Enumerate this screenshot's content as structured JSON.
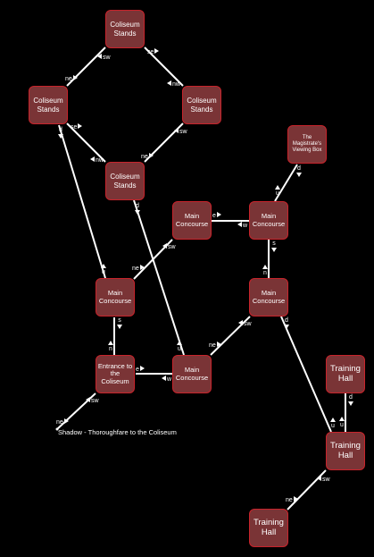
{
  "colors": {
    "background": "#000000",
    "room_fill": "#7a3436",
    "room_border": "#c8232b",
    "path": "#ffffff"
  },
  "rooms": {
    "stands_top": "Coliseum Stands",
    "stands_left": "Coliseum Stands",
    "stands_right": "Coliseum Stands",
    "stands_bottom": "Coliseum Stands",
    "viewing_box": "The Magistrate's Viewing Box",
    "concourse_ne": "Main Concourse",
    "concourse_far_ne": "Main Concourse",
    "concourse_w": "Main Concourse",
    "concourse_e": "Main Concourse",
    "entrance": "Entrance to the Coliseum",
    "concourse_s": "Main Concourse",
    "training_top": "Training Hall",
    "training_mid": "Training Hall",
    "training_bot": "Training Hall"
  },
  "exits": {
    "ne": "ne",
    "sw": "sw",
    "se": "se",
    "nw": "nw",
    "n": "n",
    "s": "s",
    "e": "e",
    "w": "w",
    "u": "u",
    "d": "d"
  },
  "outside_room": "Shadow - Thoroughfare to the Coliseum"
}
